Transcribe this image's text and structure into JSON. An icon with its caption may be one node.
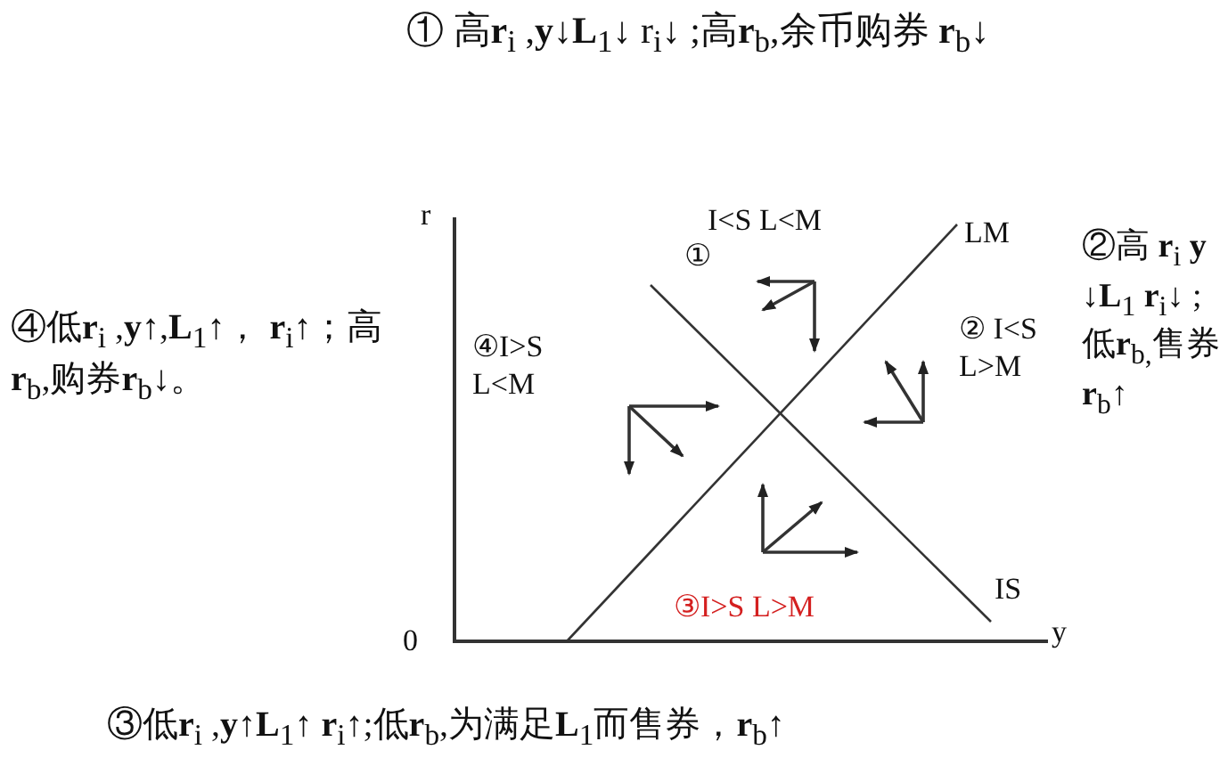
{
  "diagram": {
    "labels": [
      "① 高**r**$_{i}$ ,**y**↓**L**$_{1}$↓ r$_{i}$↓ ;高**r**$_{b}$,余币购券 **r**$_{b}$↓",
      "r",
      "I<S L<M",
      "LM",
      "①",
      "②高 **r**$_{i}$ **y** ↓**L**$_{1}$ **r**$_{i}$↓ ; 低**r**$_{b,}$售券**r**$_{b}$↑",
      "④低**r**$_{i}$ ,**y**↑,**L**$_{1}$↑， **r**$_{i}$↑；高**r**$_{b}$,购券**r**$_{b}$↓。",
      "④I>S L<M",
      "② I<S L>M",
      "IS",
      "0",
      "y",
      "③I>S L>M",
      "③低**r**$_{i}$ ,**y**↑**L**$_{1}$↑ **r**$_{i}$↑;低**r**$_{b}$,为满足**L**$_{1}$而售券，**r**$_{b}$↑"
    ]
  }
}
